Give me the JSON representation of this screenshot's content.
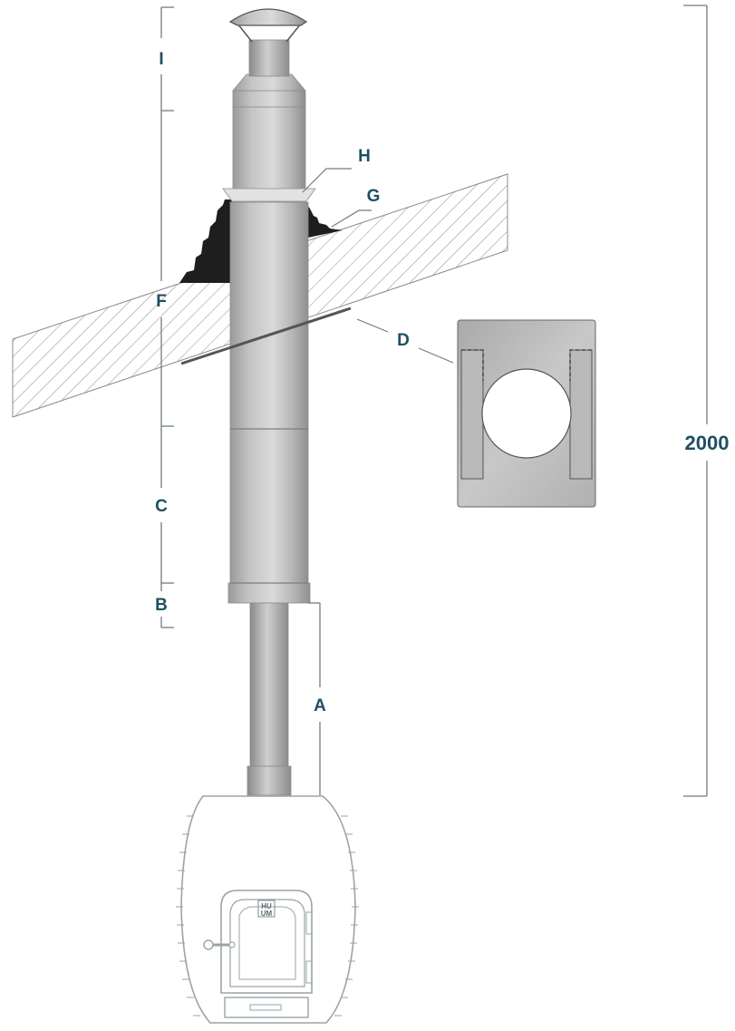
{
  "labels": {
    "A": "A",
    "B": "B",
    "C": "C",
    "D": "D",
    "F": "F",
    "G": "G",
    "H": "H",
    "I": "I",
    "total_height": "2000"
  },
  "stove": {
    "brand_line1": "HU",
    "brand_line2": "UM"
  },
  "colors": {
    "label": "#1f4f63",
    "dimension_line": "#6f7c82",
    "pipe_light": "#d6d6d6",
    "pipe_mid": "#b2b2b2",
    "pipe_dark": "#8a8a8a",
    "flashing": "#1e1e1e",
    "outline": "#9aa3a7"
  },
  "icons": {
    "rain_cap": "rain-cap-icon",
    "stove": "sauna-stove-icon",
    "door_handle": "door-handle-icon"
  }
}
